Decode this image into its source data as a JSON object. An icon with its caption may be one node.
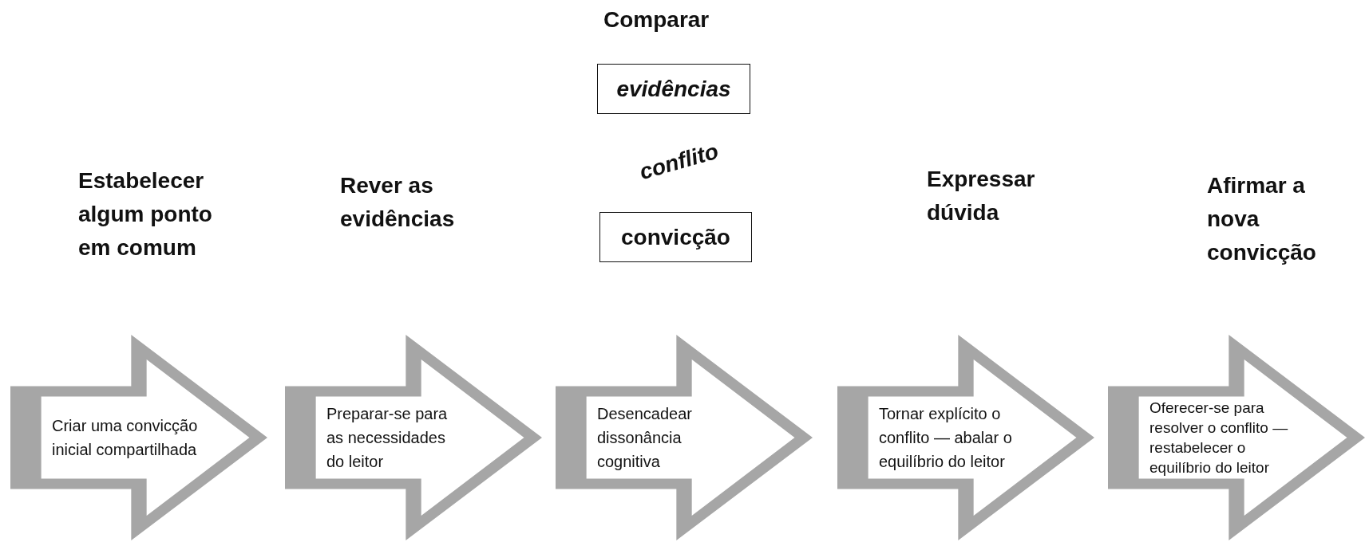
{
  "diagram": {
    "nodes": [
      {
        "text": [
          "Criar uma convicção inicial compartilhada"
        ]
      },
      {
        "text": [
          "Preparar-se para as necessidades do leitor"
        ]
      },
      {
        "text": [
          "Desencadear dissonância cognitiva"
        ]
      },
      {
        "text": [
          "Tornar explícito o conflito — abalar o equilíbrio do leitor"
        ]
      },
      {
        "text": [
          "Oferecer-se para resolver o conflito — restabelecer o equilíbrio do leitor"
        ]
      },
      {
        "text": [
          "evidências"
        ]
      },
      {
        "text": [
          "convicção"
        ]
      }
    ],
    "labels": [
      "Comparar",
      "Estabelecer algum ponto em comum",
      "Rever as evidências",
      "conflito",
      "Expressar dúvida",
      "Afirmar a nova convicção"
    ]
  }
}
